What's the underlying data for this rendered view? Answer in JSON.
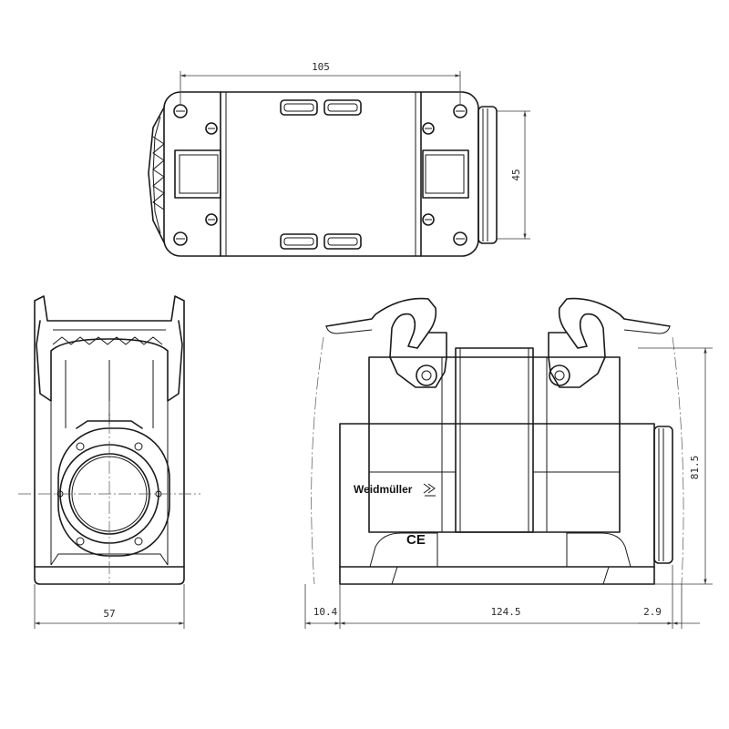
{
  "dimensions": {
    "top_width": "105",
    "top_height": "45",
    "left_width": "57",
    "front_left_offset": "10.4",
    "front_width": "124.5",
    "front_right_offset": "2.9",
    "front_height": "81.5"
  },
  "branding": {
    "brand_name": "Weidmüller",
    "certification": "CE"
  }
}
